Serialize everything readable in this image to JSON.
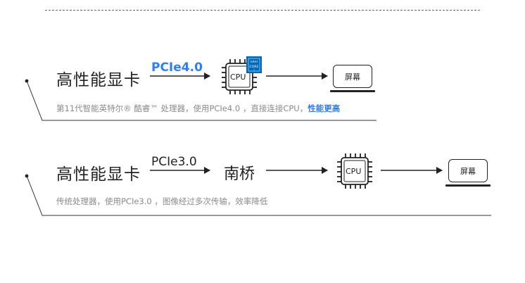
{
  "row1": {
    "gpu": "高性能显卡",
    "link": "PCIe4.0",
    "cpu": "CPU",
    "intel_brand": "intel",
    "intel_core": "CORE",
    "intel_i": "i",
    "screen": "屏幕",
    "desc_plain": "第11代智能英特尔® 酷睿™ 处理器，使用PCIe4.0 ，直接连接CPU，",
    "desc_highlight": "性能更高"
  },
  "row2": {
    "gpu": "高性能显卡",
    "link": "PCIe3.0",
    "bridge": "南桥",
    "cpu": "CPU",
    "screen": "屏幕",
    "desc": "传统处理器，使用PCIe3.0 ，图像经过多次传输，效率降低"
  },
  "colors": {
    "accent": "#2f7fef",
    "intel_blue": "#0068b5",
    "muted": "#8a8a8a",
    "ink": "#222222"
  }
}
